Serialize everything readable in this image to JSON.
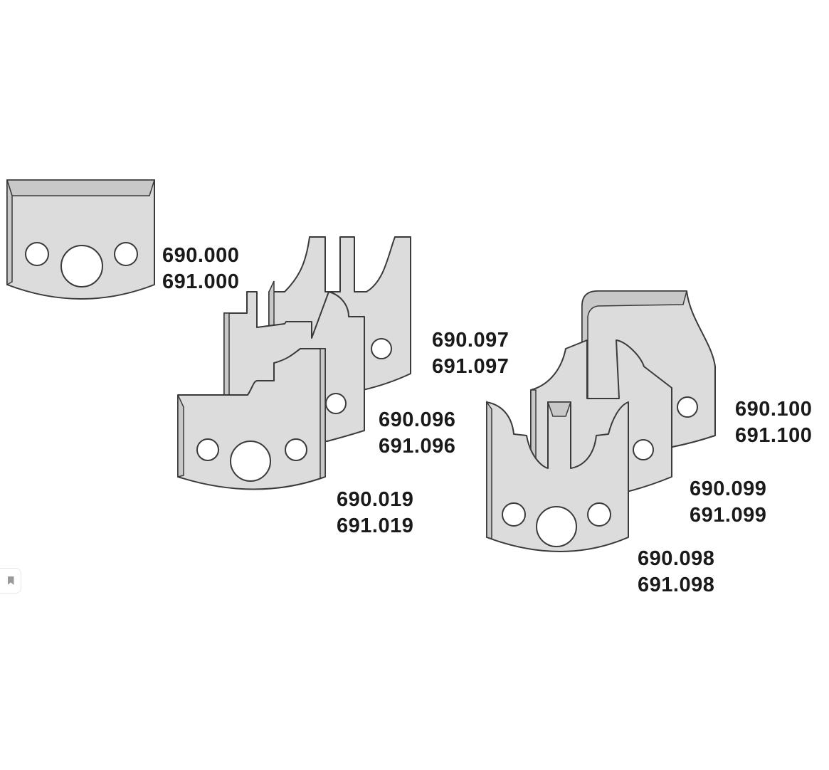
{
  "labels": {
    "k000": [
      "690.000",
      "691.000"
    ],
    "k097": [
      "690.097",
      "691.097"
    ],
    "k096": [
      "690.096",
      "691.096"
    ],
    "k019": [
      "690.019",
      "691.019"
    ],
    "k100": [
      "690.100",
      "691.100"
    ],
    "k099": [
      "690.099",
      "691.099"
    ],
    "k098": [
      "690.098",
      "691.098"
    ]
  },
  "colors": {
    "knife_fill": "#dcdcdc",
    "outline": "#3a3a3a",
    "label": "#1a1a1a"
  },
  "icons": {
    "side_button": "bookmark-icon"
  }
}
